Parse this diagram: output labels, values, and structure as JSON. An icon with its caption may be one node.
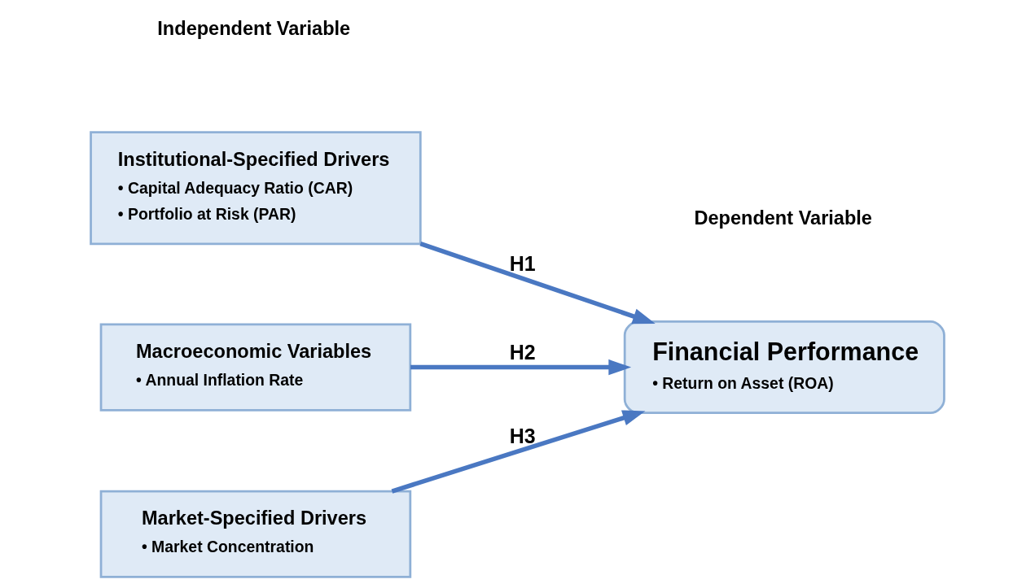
{
  "diagram": {
    "nodes": [
      {
        "text": [
          "Institutional-Specified Drivers",
          "• Capital Adequacy Ratio (CAR)",
          "• Portfolio at Risk (PAR)"
        ]
      },
      {
        "text": [
          "Macroeconomic Variables",
          "• Annual Inflation Rate"
        ]
      },
      {
        "text": [
          "Market-Specified Drivers",
          "• Market Concentration"
        ]
      },
      {
        "text": [
          "Financial Performance",
          "• Return on Asset (ROA)"
        ]
      }
    ],
    "edges": [
      {
        "from": 0,
        "to": 3,
        "arrow": "to",
        "label": "H1"
      },
      {
        "from": 1,
        "to": 3,
        "arrow": "to",
        "label": "H2"
      },
      {
        "from": 2,
        "to": 3,
        "arrow": "to",
        "label": "H3"
      }
    ],
    "labels": [
      "Independent Variable",
      "Dependent Variable"
    ]
  }
}
